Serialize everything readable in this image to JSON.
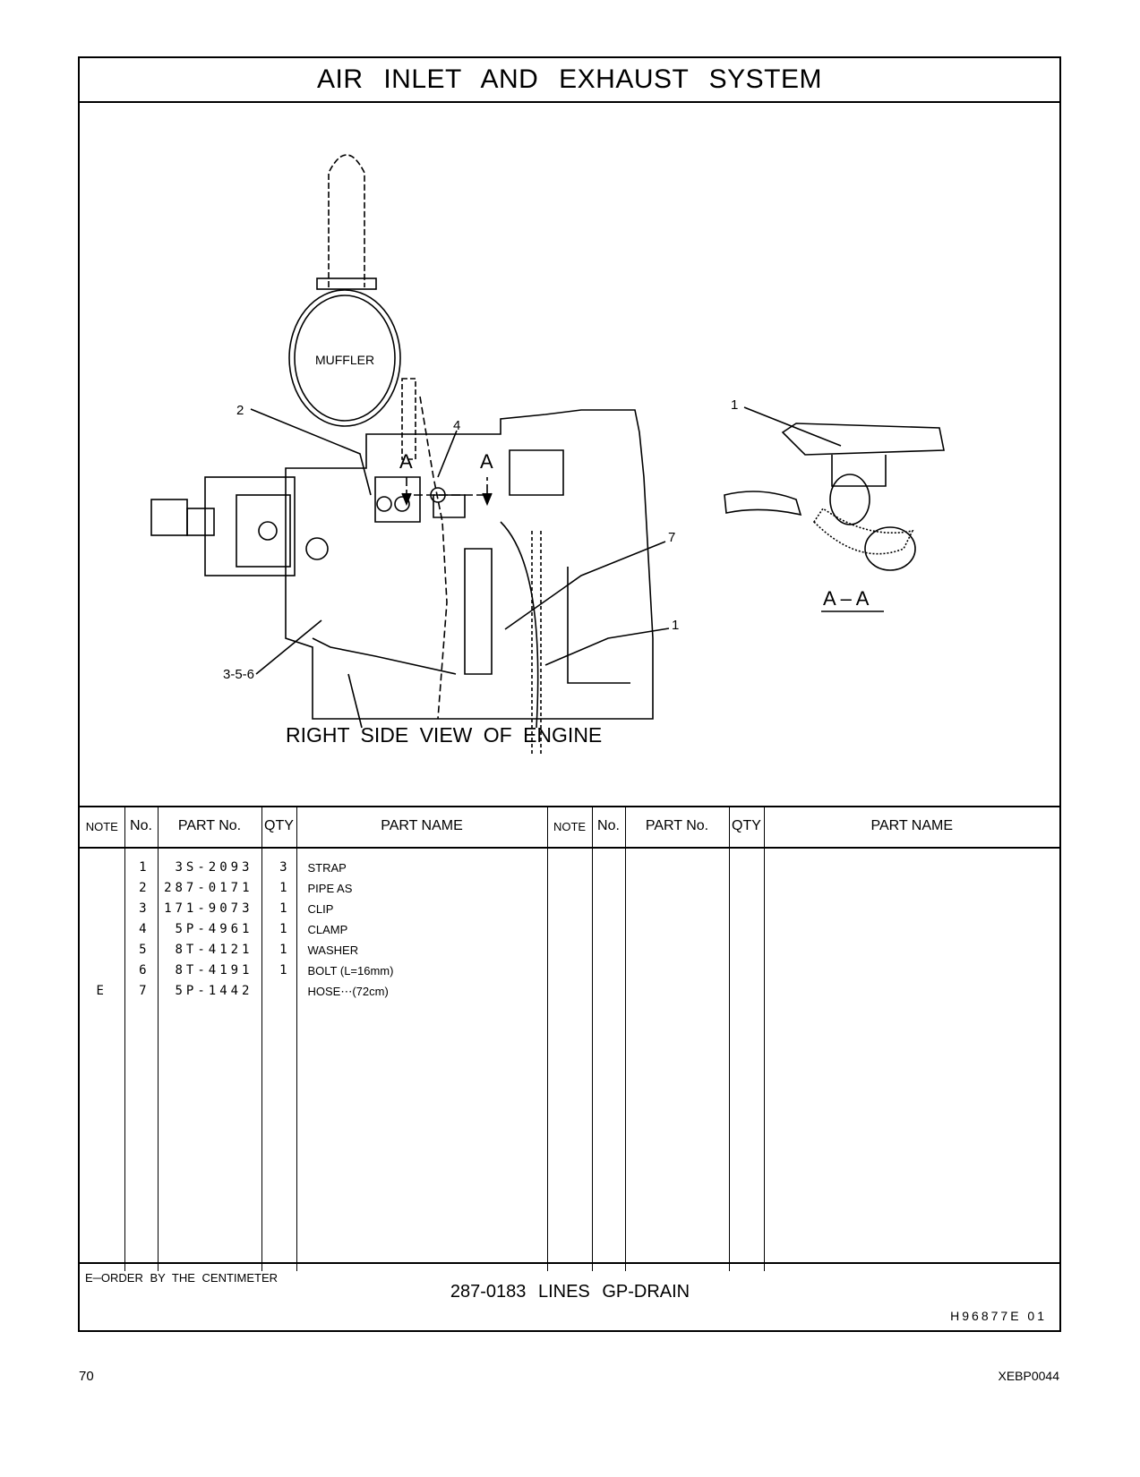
{
  "page": {
    "title": "AIR   INLET   AND   EXHAUST   SYSTEM",
    "group_title": "287-0183   LINES  GP-DRAIN",
    "page_number": "70",
    "publication_number": "XEBP0044"
  },
  "drawing": {
    "caption": "RIGHT  SIDE  VIEW  OF  ENGINE",
    "muffler_label": "MUFFLER",
    "section_view_label": "A – A",
    "section_marker": "A",
    "callouts": [
      "1",
      "2",
      "3-5-6",
      "4",
      "7",
      "1"
    ]
  },
  "table": {
    "headers": [
      "NOTE",
      "No.",
      "PART No.",
      "QTY",
      "PART NAME",
      "NOTE",
      "No.",
      "PART No.",
      "QTY",
      "PART NAME"
    ],
    "rows": [
      {
        "note": "",
        "no": "1",
        "part_no": "3S-2093",
        "qty": "3",
        "name": "STRAP"
      },
      {
        "note": "",
        "no": "2",
        "part_no": "287-0171",
        "qty": "1",
        "name": "PIPE  AS"
      },
      {
        "note": "",
        "no": "3",
        "part_no": "171-9073",
        "qty": "1",
        "name": "CLIP"
      },
      {
        "note": "",
        "no": "4",
        "part_no": "5P-4961",
        "qty": "1",
        "name": "CLAMP"
      },
      {
        "note": "",
        "no": "5",
        "part_no": "8T-4121",
        "qty": "1",
        "name": "WASHER"
      },
      {
        "note": "",
        "no": "6",
        "part_no": "8T-4191",
        "qty": "1",
        "name": "BOLT (L=16mm)"
      },
      {
        "note": "E",
        "no": "7",
        "part_no": "5P-1442",
        "qty": "",
        "name": "HOSE⋯(72cm)"
      }
    ]
  },
  "footer": {
    "footnote": "E─ORDER  BY  THE  CENTIMETER",
    "drawing_number": "H96877E    01"
  }
}
